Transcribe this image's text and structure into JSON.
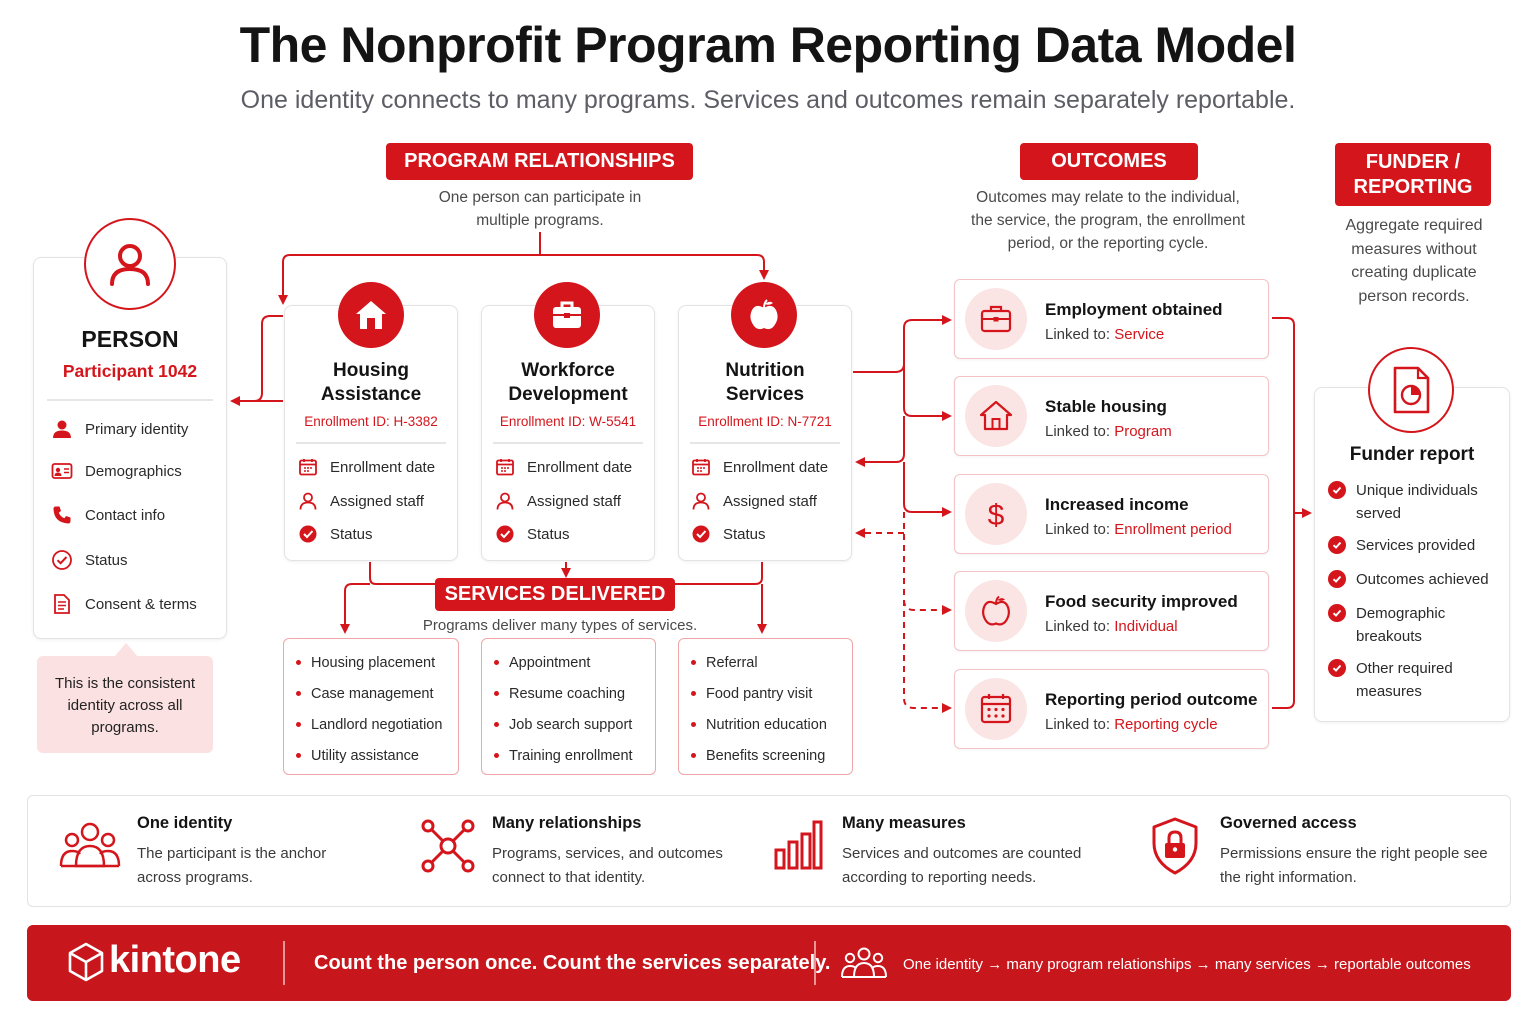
{
  "title": "The Nonprofit Program Reporting Data Model",
  "subtitle": "One identity connects to many programs. Services and outcomes remain separately reportable.",
  "person": {
    "heading": "PERSON",
    "participant": "Participant 1042",
    "fields": [
      "Primary identity",
      "Demographics",
      "Contact info",
      "Status",
      "Consent & terms"
    ],
    "callout": "This is the consistent identity across all programs."
  },
  "program_relationships": {
    "label": "PROGRAM RELATIONSHIPS",
    "note": "One person can participate in multiple programs."
  },
  "programs": [
    {
      "title_line1": "Housing",
      "title_line2": "Assistance",
      "enrollment": "Enrollment ID: H-3382",
      "icon": "house-icon"
    },
    {
      "title_line1": "Workforce",
      "title_line2": "Development",
      "enrollment": "Enrollment ID: W-5541",
      "icon": "briefcase-icon"
    },
    {
      "title_line1": "Nutrition",
      "title_line2": "Services",
      "enrollment": "Enrollment ID: N-7721",
      "icon": "apple-icon"
    }
  ],
  "program_fields": [
    "Enrollment date",
    "Assigned staff",
    "Status"
  ],
  "services": {
    "label": "SERVICES DELIVERED",
    "note": "Programs deliver many types of services.",
    "lists": [
      [
        "Housing placement",
        "Case management",
        "Landlord negotiation",
        "Utility assistance"
      ],
      [
        "Appointment",
        "Resume coaching",
        "Job search support",
        "Training enrollment"
      ],
      [
        "Referral",
        "Food pantry visit",
        "Nutrition education",
        "Benefits screening"
      ]
    ]
  },
  "outcomes": {
    "label": "OUTCOMES",
    "note_lines": [
      "Outcomes may relate to the individual,",
      "the service, the program, the enrollment",
      "period, or the reporting cycle."
    ],
    "linked_prefix": "Linked to: ",
    "items": [
      {
        "title": "Employment obtained",
        "linked": "Service",
        "icon": "briefcase-icon"
      },
      {
        "title": "Stable housing",
        "linked": "Program",
        "icon": "house-icon"
      },
      {
        "title": "Increased income",
        "linked": "Enrollment period",
        "icon": "dollar-icon"
      },
      {
        "title": "Food security improved",
        "linked": "Individual",
        "icon": "apple-icon"
      },
      {
        "title": "Reporting period outcome",
        "linked": "Reporting cycle",
        "icon": "calendar-icon"
      }
    ]
  },
  "funder": {
    "label_line1": "FUNDER /",
    "label_line2": "REPORTING",
    "note_lines": [
      "Aggregate required",
      "measures without",
      "creating duplicate",
      "person records."
    ],
    "report_title": "Funder report",
    "items": [
      {
        "line1": "Unique individuals",
        "line2": "served"
      },
      {
        "line1": "Services provided",
        "line2": ""
      },
      {
        "line1": "Outcomes achieved",
        "line2": ""
      },
      {
        "line1": "Demographic",
        "line2": "breakouts"
      },
      {
        "line1": "Other required",
        "line2": "measures"
      }
    ]
  },
  "features": [
    {
      "title": "One identity",
      "desc_line1": "The participant is the anchor",
      "desc_line2": "across programs.",
      "icon": "people-icon"
    },
    {
      "title": "Many relationships",
      "desc_line1": "Programs, services, and outcomes",
      "desc_line2": "connect to that identity.",
      "icon": "network-icon"
    },
    {
      "title": "Many measures",
      "desc_line1": "Services and outcomes are counted",
      "desc_line2": "according to reporting needs.",
      "icon": "bar-chart-icon"
    },
    {
      "title": "Governed access",
      "desc_line1": "Permissions ensure the right people see",
      "desc_line2": "the right information.",
      "icon": "shield-lock-icon"
    }
  ],
  "footer": {
    "brand": "kintone",
    "tagline": "Count the person once. Count the services separately.",
    "flow": [
      "One identity",
      "many program relationships",
      "many services",
      "reportable outcomes"
    ],
    "arrow": "→"
  },
  "colors": {
    "accent": "#d4161c",
    "accent_light": "#fbe4e4",
    "callout_bg": "#fbe1e1"
  }
}
